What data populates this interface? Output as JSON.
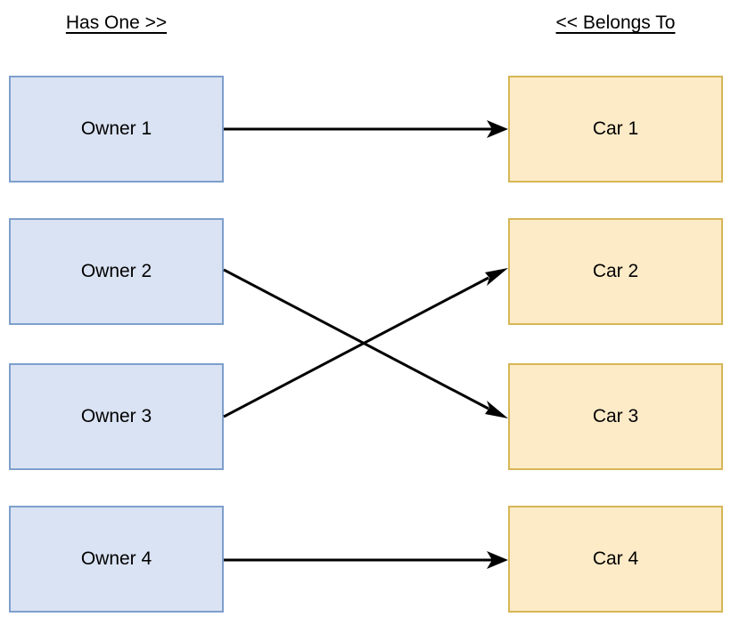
{
  "diagram": {
    "type": "entity-relationship-mapping",
    "background_color": "#ffffff",
    "columns": {
      "left": {
        "header": "Has One >>",
        "fill_color": "#dae3f3",
        "border_color": "#7e9fcc"
      },
      "right": {
        "header": "<< Belongs To",
        "fill_color": "#fdebc8",
        "border_color": "#d6b656"
      }
    },
    "owners": [
      {
        "label": "Owner 1"
      },
      {
        "label": "Owner 2"
      },
      {
        "label": "Owner 3"
      },
      {
        "label": "Owner 4"
      }
    ],
    "cars": [
      {
        "label": "Car 1"
      },
      {
        "label": "Car 2"
      },
      {
        "label": "Car 3"
      },
      {
        "label": "Car 4"
      }
    ],
    "connections": [
      {
        "from": "Owner 1",
        "to": "Car 1"
      },
      {
        "from": "Owner 2",
        "to": "Car 3"
      },
      {
        "from": "Owner 3",
        "to": "Car 2"
      },
      {
        "from": "Owner 4",
        "to": "Car 4"
      }
    ],
    "edge_color": "#000000"
  }
}
